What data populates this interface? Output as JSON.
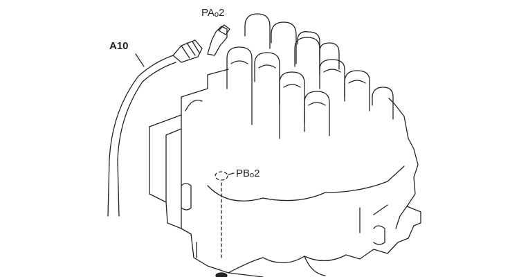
{
  "labels": {
    "cable": "A10",
    "port_a_prefix": "PA",
    "port_a_sub": "o",
    "port_a_suffix": "2",
    "port_b_prefix": "PB",
    "port_b_sub": "o",
    "port_b_suffix": "2"
  },
  "colors": {
    "line": "#222222",
    "background": "#ffffff"
  }
}
